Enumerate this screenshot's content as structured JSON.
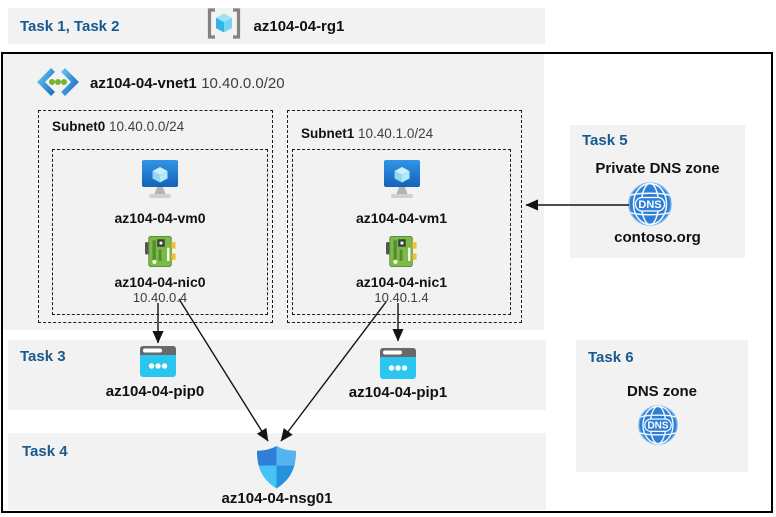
{
  "colors": {
    "task_label_blue": "#19598e",
    "panel_gray": "#f2f2f2",
    "border_black": "#000000",
    "arrow_black": "#141414",
    "vm_blue": "#1d74cc",
    "nic_green": "#7aba48",
    "pip_cyan": "#2bc6f0",
    "nsg_blue": "#2e7fd7",
    "dns_blue": "#2d7fd6"
  },
  "header_band": {
    "tasks_label": "Task 1, Task 2",
    "resource_group": {
      "icon": "resource-group-icon",
      "name": "az104-04-rg1"
    }
  },
  "vnet": {
    "icon": "virtual-network-icon",
    "name": "az104-04-vnet1",
    "cidr": "10.40.0.0/20"
  },
  "subnets": [
    {
      "name": "Subnet0",
      "cidr": "10.40.0.0/24",
      "vm": {
        "icon": "vm-icon",
        "name": "az104-04-vm0"
      },
      "nic": {
        "icon": "nic-icon",
        "name": "az104-04-nic0",
        "ip": "10.40.0.4"
      }
    },
    {
      "name": "Subnet1",
      "cidr": "10.40.1.0/24",
      "vm": {
        "icon": "vm-icon",
        "name": "az104-04-vm1"
      },
      "nic": {
        "icon": "nic-icon",
        "name": "az104-04-nic1",
        "ip": "10.40.1.4"
      }
    }
  ],
  "task3_band": {
    "label": "Task 3",
    "public_ips": [
      {
        "icon": "public-ip-icon",
        "name": "az104-04-pip0"
      },
      {
        "icon": "public-ip-icon",
        "name": "az104-04-pip1"
      }
    ]
  },
  "task4_band": {
    "label": "Task 4",
    "nsg": {
      "icon": "nsg-shield-icon",
      "name": "az104-04-nsg01"
    }
  },
  "task5_box": {
    "label": "Task 5",
    "title": "Private DNS zone",
    "icon": "dns-icon",
    "icon_text": "DNS",
    "zone_name": "contoso.org"
  },
  "task6_box": {
    "label": "Task 6",
    "title": "DNS zone",
    "icon": "dns-icon",
    "icon_text": "DNS"
  },
  "connections": [
    "nic0 to pip0",
    "nic1 to pip1",
    "nic0 to nsg01",
    "nic1 to nsg01",
    "private-dns-zone to subnet1"
  ]
}
